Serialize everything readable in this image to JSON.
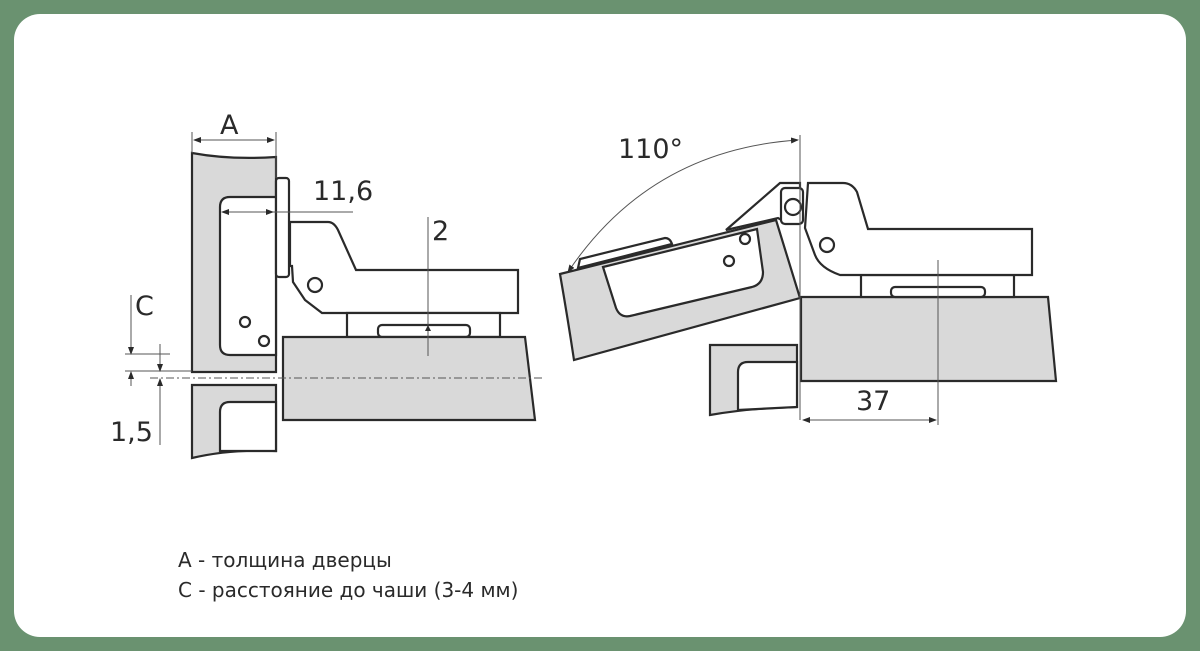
{
  "colors": {
    "background": "#6a9270",
    "panel": "#ffffff",
    "wood": "#d9d9d9",
    "line": "#2a2a2a"
  },
  "dimensions": {
    "a": "A",
    "cup_offset": "11,6",
    "plate_gap": "2",
    "c": "C",
    "overlay": "1,5",
    "angle": "110°",
    "cup_distance": "37"
  },
  "legend": [
    "A - толщина дверцы",
    "C - расстояние до чаши (3-4 мм)"
  ]
}
